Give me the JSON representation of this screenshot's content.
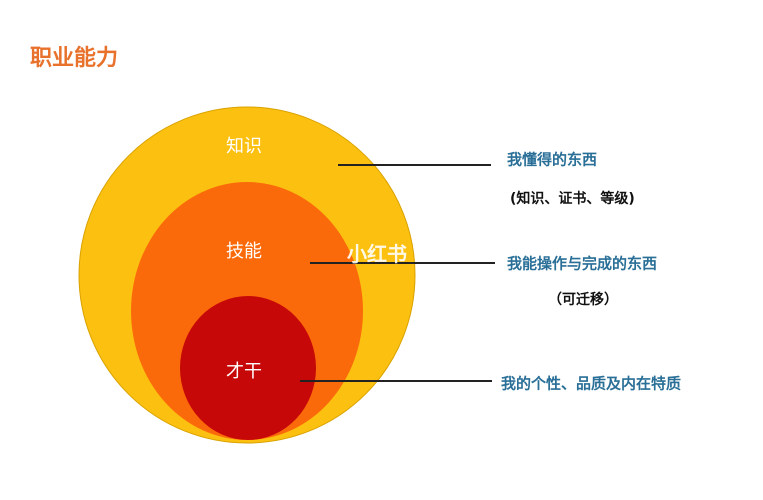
{
  "title": "职业能力",
  "colors": {
    "outer": "#fcc010",
    "middle": "#fb6a0a",
    "inner": "#c70808",
    "title": "#e8712c",
    "desc": "#2a6f97"
  },
  "layers": [
    {
      "label": "知识",
      "description": "我懂得的东西",
      "note": "(知识、证书、等级)"
    },
    {
      "label": "技能",
      "description": "我能操作与完成的东西",
      "note": "（可迁移）"
    },
    {
      "label": "才干",
      "description": "我的个性、品质及内在特质"
    }
  ],
  "watermark": "小红书"
}
